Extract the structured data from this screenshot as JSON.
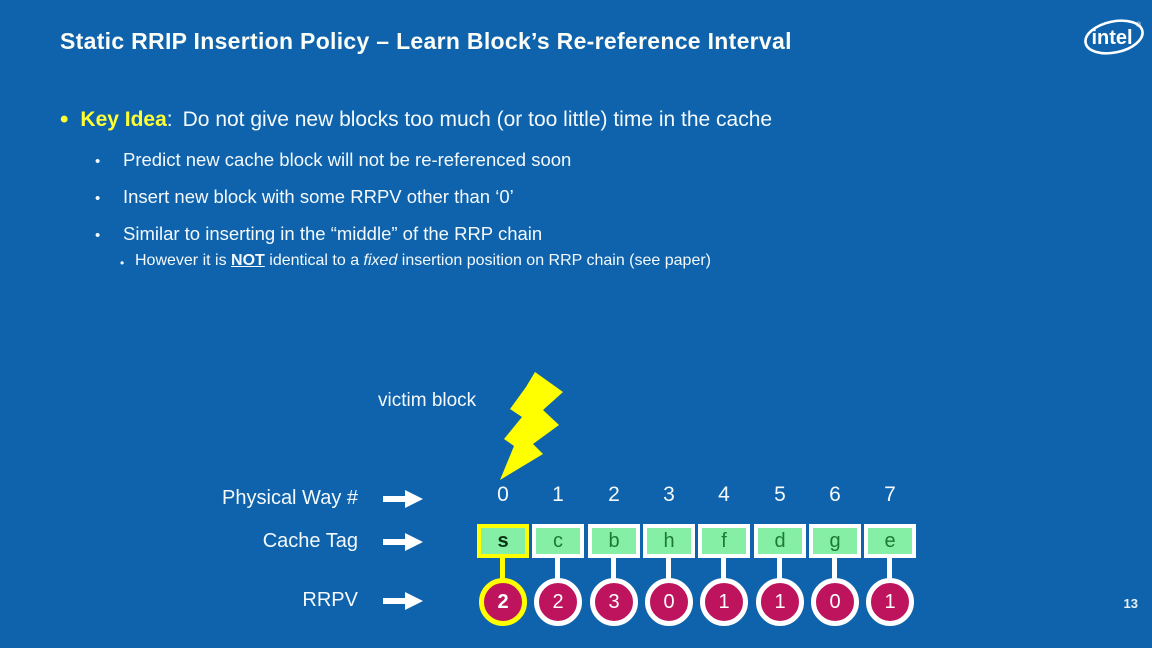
{
  "title": "Static RRIP Insertion Policy – Learn Block’s Re-reference Interval",
  "logo": {
    "text": "intel",
    "registered": "®"
  },
  "page_number": "13",
  "key_idea": {
    "bullet": "•",
    "label": "Key Idea",
    "separator": ":",
    "text": "Do not give new blocks too much (or too little) time in the cache",
    "sub_bullets": [
      {
        "bullet": "•",
        "text": "Predict new cache block will not be re-referenced soon"
      },
      {
        "bullet": "•",
        "text": "Insert new block with some RRPV other than ‘0’"
      },
      {
        "bullet": "•",
        "text": "Similar to inserting in the “middle” of the RRP chain"
      }
    ],
    "note": {
      "bullet": "•",
      "pre": "However it is ",
      "emphasis": "NOT",
      "mid": " identical to a ",
      "italic": "fixed",
      "post": " insertion position on RRP chain (see paper)"
    }
  },
  "diagram": {
    "victim_label": "victim block",
    "row_labels": {
      "way": "Physical Way #",
      "tag": "Cache Tag",
      "rrpv": "RRPV"
    },
    "ways": [
      "0",
      "1",
      "2",
      "3",
      "4",
      "5",
      "6",
      "7"
    ],
    "tags": [
      "s",
      "c",
      "b",
      "h",
      "f",
      "d",
      "g",
      "e"
    ],
    "rrpv": [
      "2",
      "2",
      "3",
      "0",
      "1",
      "1",
      "0",
      "1"
    ],
    "highlight_index": 0
  },
  "colors": {
    "background": "#0E63AC",
    "accent_yellow": "#FFFF33",
    "highlight_yellow": "#FFFF00",
    "tag_fill": "#85EFA5",
    "tag_letter": "#1E7A33",
    "rrpv_fill": "#BE145E",
    "text_white": "#F4F9FC"
  }
}
